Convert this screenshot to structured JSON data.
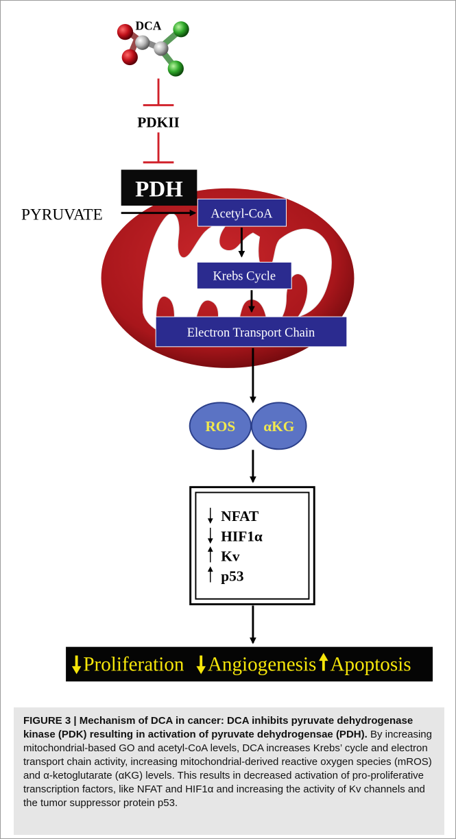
{
  "diagram": {
    "dca_label": "DCA",
    "pdkii_label": "PDKII",
    "pdh_label": "PDH",
    "pyruvate_label": "PYRUVATE",
    "acetyl_coa_label": "Acetyl-CoA",
    "krebs_label": "Krebs Cycle",
    "etc_label": "Electron Transport Chain",
    "ros_label": "ROS",
    "akg_label": "αKG",
    "effects": [
      "NFAT",
      "HIF1α",
      "Kv",
      "p53"
    ],
    "effect_directions": [
      "down",
      "down",
      "up",
      "up"
    ],
    "outcomes": [
      {
        "arrow": "down",
        "label": "Proliferation"
      },
      {
        "arrow": "down",
        "label": "Angiogenesis"
      },
      {
        "arrow": "up",
        "label": "Apoptosis"
      }
    ],
    "colors": {
      "mito_red": "#a8161b",
      "box_blue": "#2b2b8f",
      "ellipse_blue": "#5b73c4",
      "ros_text": "#f2e94e",
      "outcome_text": "#f5e50a",
      "inhibit_red": "#d0202a"
    }
  },
  "caption": {
    "heading": "FIGURE 3 | Mechanism of DCA in cancer: DCA inhibits pyruvate dehydrogenase kinase (PDK) resulting in activation of pyruvate dehydrogensae (PDH).",
    "body": " By increasing mitochondrial-based GO and acetyl-CoA levels, DCA increases Krebs’ cycle and electron transport chain activity, increasing mitochondrial-derived reactive oxygen species (mROS) and α-ketoglutarate (αKG) levels. This results in decreased activation of pro-proliferative transcription factors, like NFAT and HIF1α and increasing the activity of Kv channels and the tumor suppressor protein p53."
  }
}
